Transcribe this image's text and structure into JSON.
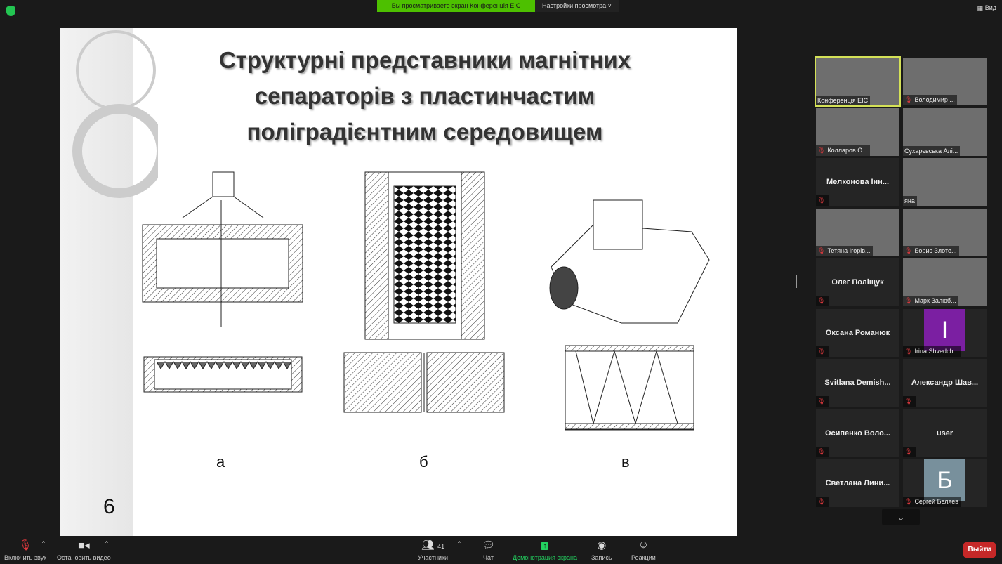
{
  "top": {
    "banner": "Вы просматриваете экран Конференція EIC",
    "view_options": "Настройки просмотра",
    "view_button": "Вид"
  },
  "slide": {
    "title_lines": [
      "Структурні представники магнітних",
      "сепараторів з пластинчастим",
      "полігpадієнтним середовищем"
    ],
    "labels": [
      "а",
      "б",
      "в"
    ],
    "page_number": "6"
  },
  "participants": [
    {
      "name": "Конференція EIC",
      "type": "video",
      "active": true,
      "muted": false
    },
    {
      "name": "Володимир ...",
      "type": "video",
      "muted": true
    },
    {
      "name": "Колларов О...",
      "type": "video",
      "muted": true
    },
    {
      "name": "Сухарєвська Алі...",
      "type": "video",
      "muted": false
    },
    {
      "name": "Мелконова Інн...",
      "type": "name",
      "muted": true
    },
    {
      "name": "яна",
      "type": "video",
      "muted": false
    },
    {
      "name": "Тетяна Ігорів...",
      "type": "video",
      "muted": true
    },
    {
      "name": "Борис Злоте...",
      "type": "video",
      "muted": true
    },
    {
      "name": "Олег Поліщук",
      "type": "name",
      "muted": true
    },
    {
      "name": "Марк Залюб...",
      "type": "video",
      "muted": true
    },
    {
      "name": "Оксана Романюк",
      "type": "name",
      "muted": true
    },
    {
      "name": "Irina Shvedch...",
      "type": "avatar",
      "letter": "I",
      "color": "#7b1fa2",
      "muted": true
    },
    {
      "name": "Svitlana Demish...",
      "type": "name",
      "muted": true
    },
    {
      "name": "Александр Шав...",
      "type": "name",
      "muted": true
    },
    {
      "name": "Осипенко Воло...",
      "type": "name",
      "muted": true
    },
    {
      "name": "user",
      "type": "name",
      "muted": true
    },
    {
      "name": "Светлана Лини...",
      "type": "name",
      "muted": true
    },
    {
      "name": "Сергей Беляев",
      "type": "avatar",
      "letter": "Б",
      "color": "#78909c",
      "muted": true
    }
  ],
  "toolbar": {
    "unmute": "Включить звук",
    "stop_video": "Остановить видео",
    "participants": "Участники",
    "participants_count": "41",
    "chat": "Чат",
    "share": "Демонстрация экрана",
    "record": "Запись",
    "reactions": "Реакции",
    "leave": "Выйти"
  }
}
